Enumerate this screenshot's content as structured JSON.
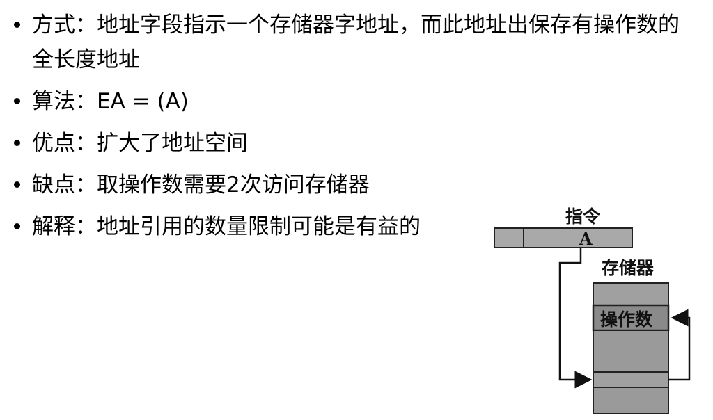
{
  "bullets": [
    {
      "text": "方式：地址字段指示一个存储器字地址，而此地址出保存有操作数的全长度地址"
    },
    {
      "text": "算法：EA = (A)"
    },
    {
      "text": "优点：扩大了地址空间"
    },
    {
      "text": "缺点：取操作数需要2次访问存储器"
    },
    {
      "text": "解释：地址引用的数量限制可能是有益的"
    }
  ],
  "diagram": {
    "instruction_label": "指令",
    "address_field": "A",
    "memory_label": "存储器",
    "operand_label": "操作数"
  }
}
